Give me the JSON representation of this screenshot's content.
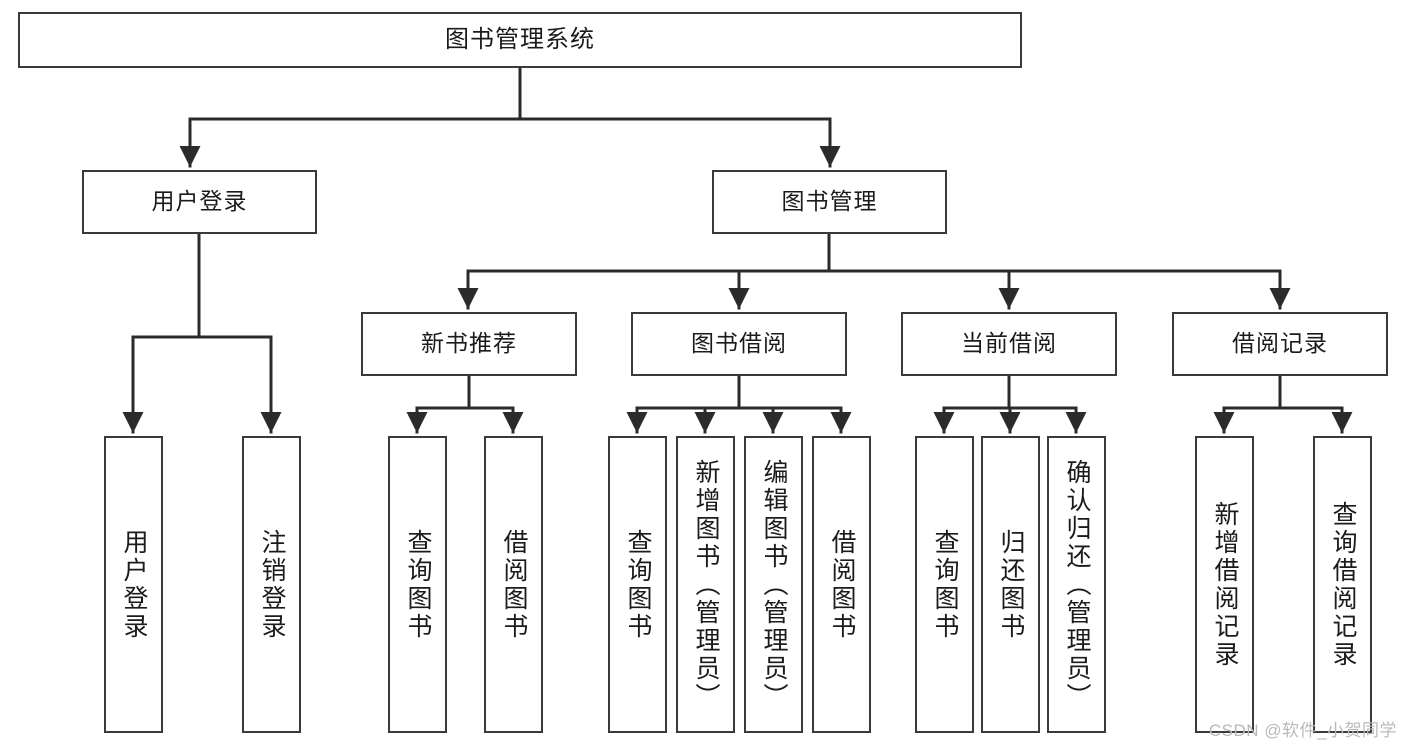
{
  "diagram": {
    "title": "图书管理系统",
    "type": "tree-hierarchy-chart",
    "colors": {
      "box_border": "#3a3a3a",
      "box_fill": "#ffffff",
      "connector": "#2b2b2b",
      "text": "#1b1b1b",
      "watermark": "#b9b9b9"
    },
    "root": {
      "id": "root",
      "label": "图书管理系统"
    },
    "level1": [
      {
        "id": "user-login",
        "label": "用户登录"
      },
      {
        "id": "book-management",
        "label": "图书管理"
      }
    ],
    "level2": [
      {
        "id": "new-book-recommend",
        "label": "新书推荐",
        "parent": "book-management"
      },
      {
        "id": "book-borrow",
        "label": "图书借阅",
        "parent": "book-management"
      },
      {
        "id": "current-borrow",
        "label": "当前借阅",
        "parent": "book-management"
      },
      {
        "id": "borrow-record",
        "label": "借阅记录",
        "parent": "book-management"
      }
    ],
    "leaves": [
      {
        "id": "leaf-user-login",
        "label": "用户登录",
        "parent": "user-login"
      },
      {
        "id": "leaf-logout",
        "label": "注销登录",
        "parent": "user-login"
      },
      {
        "id": "leaf-query-book-1",
        "label": "查询图书",
        "parent": "new-book-recommend"
      },
      {
        "id": "leaf-borrow-book-1",
        "label": "借阅图书",
        "parent": "new-book-recommend"
      },
      {
        "id": "leaf-query-book-2",
        "label": "查询图书",
        "parent": "book-borrow"
      },
      {
        "id": "leaf-add-book",
        "label": "新增图书（管理员）",
        "parent": "book-borrow"
      },
      {
        "id": "leaf-edit-book",
        "label": "编辑图书（管理员）",
        "parent": "book-borrow"
      },
      {
        "id": "leaf-borrow-book-2",
        "label": "借阅图书",
        "parent": "book-borrow"
      },
      {
        "id": "leaf-query-book-3",
        "label": "查询图书",
        "parent": "current-borrow"
      },
      {
        "id": "leaf-return-book",
        "label": "归还图书",
        "parent": "current-borrow"
      },
      {
        "id": "leaf-confirm-return",
        "label": "确认归还（管理员）",
        "parent": "current-borrow"
      },
      {
        "id": "leaf-add-record",
        "label": "新增借阅记录",
        "parent": "borrow-record"
      },
      {
        "id": "leaf-query-record",
        "label": "查询借阅记录",
        "parent": "borrow-record"
      }
    ]
  },
  "watermark": {
    "text": "CSDN @软件_小贺同学"
  }
}
